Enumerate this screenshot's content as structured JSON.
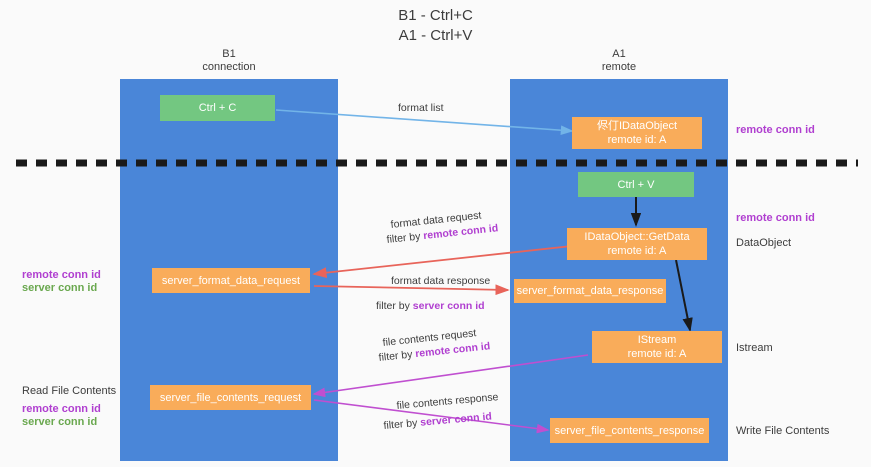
{
  "title": {
    "line1": "B1 - Ctrl+C",
    "line2": "A1 - Ctrl+V"
  },
  "columns": [
    {
      "name": "B1",
      "role": "connection"
    },
    {
      "name": "A1",
      "role": "remote"
    }
  ],
  "boxes": {
    "ctrl_c": "Ctrl + C",
    "ctrl_v": "Ctrl + V",
    "idataobject_title": "侭仃IDataObject",
    "idataobject_sub": "remote id: A",
    "getdata_title": "IDataObject::GetData",
    "getdata_sub": "remote id: A",
    "istream_title": "IStream",
    "istream_sub": "remote id: A",
    "server_format_data_request": "server_format_data_request",
    "server_format_data_response": "server_format_data_response",
    "server_file_contents_request": "server_file_contents_request",
    "server_file_contents_response": "server_file_contents_response"
  },
  "edge_labels": {
    "format_list": "format list",
    "format_data_request": "format data request",
    "format_data_request_filter_prefix": "filter by ",
    "format_data_request_filter_key": "remote conn id",
    "format_data_response": "format data response",
    "format_data_response_filter_prefix": "filter by ",
    "format_data_response_filter_key": "server conn id",
    "file_contents_request": "file contents request",
    "file_contents_request_filter_prefix": "filter by ",
    "file_contents_request_filter_key": "remote conn id",
    "file_contents_response": "file contents response",
    "file_contents_response_filter_prefix": "filter by ",
    "file_contents_response_filter_key": "server conn id"
  },
  "left_annotations": {
    "remote_conn_id": "remote conn id",
    "server_conn_id": "server conn id",
    "read_file_contents": "Read File Contents",
    "remote_conn_id_2": "remote conn id",
    "server_conn_id_2": "server conn id"
  },
  "right_annotations": {
    "remote_conn_id_top": "remote conn id",
    "remote_conn_id_mid": "remote conn id",
    "dataobject": "DataObject",
    "istream": "Istream",
    "write_file_contents": "Write File Contents"
  },
  "colors": {
    "lane": "#4a86d8",
    "green_box": "#73c781",
    "orange_box": "#f9ac5a",
    "purple_key": "#b03fd0",
    "green_key": "#6aa84f",
    "divider": "#1a1a1a",
    "arrow_blue": "#72b4e8",
    "arrow_red": "#e8645a",
    "arrow_magenta": "#c04fd0",
    "arrow_black": "#1a1a1a"
  }
}
